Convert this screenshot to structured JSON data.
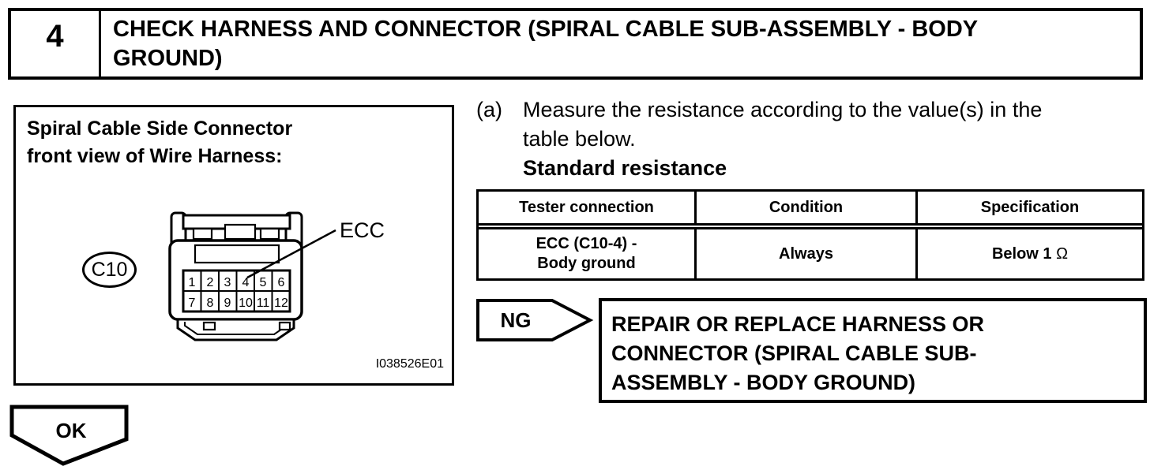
{
  "step": {
    "number": "4",
    "title_line1": "CHECK HARNESS AND CONNECTOR (SPIRAL CABLE SUB-ASSEMBLY - BODY",
    "title_line2": "GROUND)"
  },
  "figure": {
    "caption_line1": "Spiral Cable Side Connector",
    "caption_line2": "front view of Wire Harness:",
    "connector_label": "C10",
    "pin_callout": "ECC",
    "pins_row1": [
      "1",
      "2",
      "3",
      "4",
      "5",
      "6"
    ],
    "pins_row2": [
      "7",
      "8",
      "9",
      "10",
      "11",
      "12"
    ],
    "figure_id": "I038526E01"
  },
  "instruction": {
    "marker": "(a)",
    "line1": "Measure the resistance according to the value(s) in the",
    "line2": "table below.",
    "subtitle": "Standard resistance"
  },
  "table": {
    "headers": [
      "Tester connection",
      "Condition",
      "Specification"
    ],
    "row": {
      "tester_connection_line1": "ECC (C10-4) -",
      "tester_connection_line2": "Body ground",
      "condition": "Always",
      "specification_value": "Below 1",
      "specification_unit": "Ω"
    }
  },
  "ng": {
    "label": "NG",
    "action_line1": "REPAIR OR REPLACE HARNESS OR",
    "action_line2": "CONNECTOR (SPIRAL CABLE SUB-",
    "action_line3": "ASSEMBLY - BODY GROUND)"
  },
  "ok": {
    "label": "OK"
  },
  "colors": {
    "ink": "#000000",
    "paper": "#ffffff"
  }
}
